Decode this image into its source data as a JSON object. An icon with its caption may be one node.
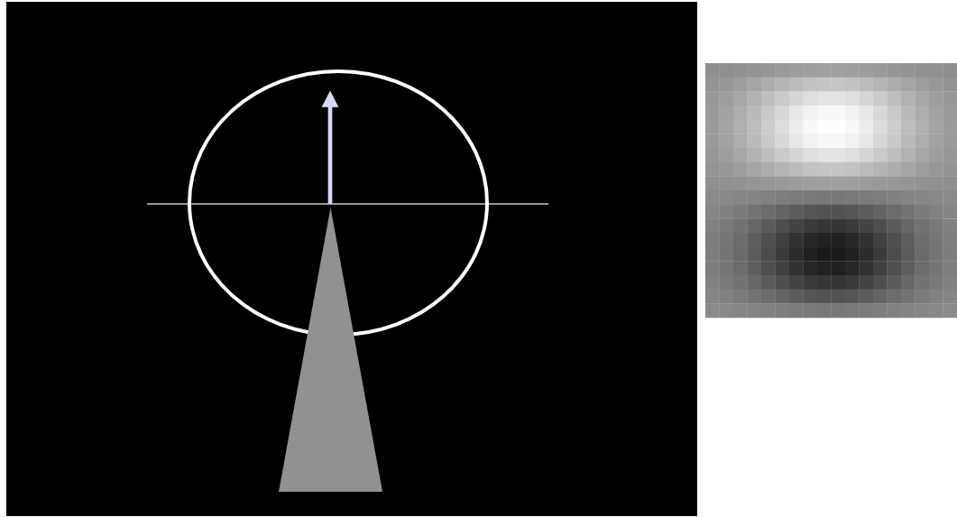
{
  "diagram": {
    "nodes": [
      {
        "text": [],
        "shape": "circle"
      },
      {
        "text": [],
        "shape": "triangle"
      },
      {
        "text": [],
        "shape": "picture"
      }
    ]
  }
}
